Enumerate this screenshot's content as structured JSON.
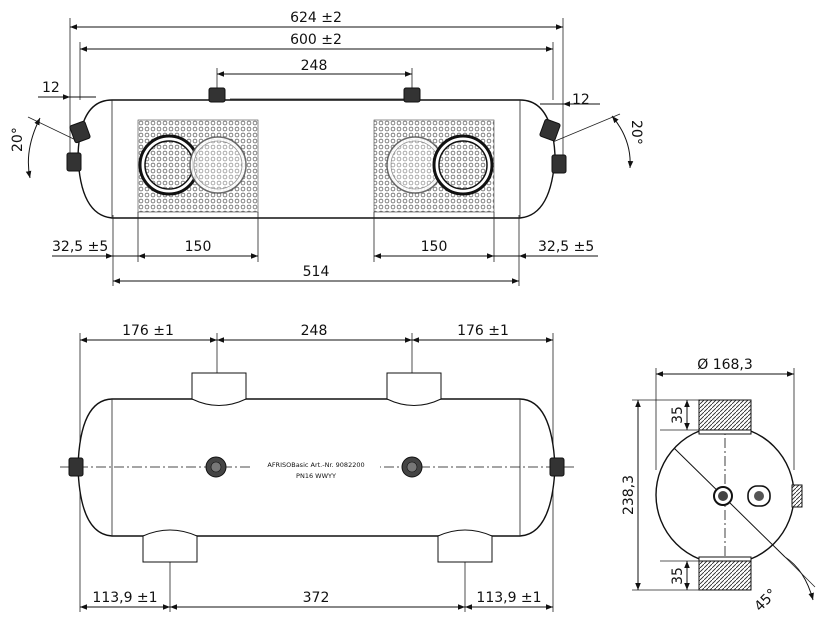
{
  "top_view": {
    "overall_length": "624 ±2",
    "body_length": "600 ±2",
    "top_port_spacing": "248",
    "left_port_offset": "12",
    "right_port_offset": "12",
    "left_angle": "20°",
    "right_angle": "20°",
    "left_edge_offset": "32,5 ±5",
    "right_edge_offset": "32,5 ±5",
    "left_element_width": "150",
    "right_element_width": "150",
    "element_span": "514"
  },
  "side_view": {
    "left_offset": "176 ±1",
    "top_port_spacing": "248",
    "right_offset": "176 ±1",
    "label_line1": "AFRISOBasic Art.-Nr. 9082200",
    "label_line2": "PN16   WWYY",
    "bottom_left_offset": "113,9 ±1",
    "bottom_port_spacing": "372",
    "bottom_right_offset": "113,9 ±1"
  },
  "end_view": {
    "diameter": "Ø 168,3",
    "height": "238,3",
    "top_port_height": "35",
    "bottom_port_height": "35",
    "angle": "45°"
  }
}
